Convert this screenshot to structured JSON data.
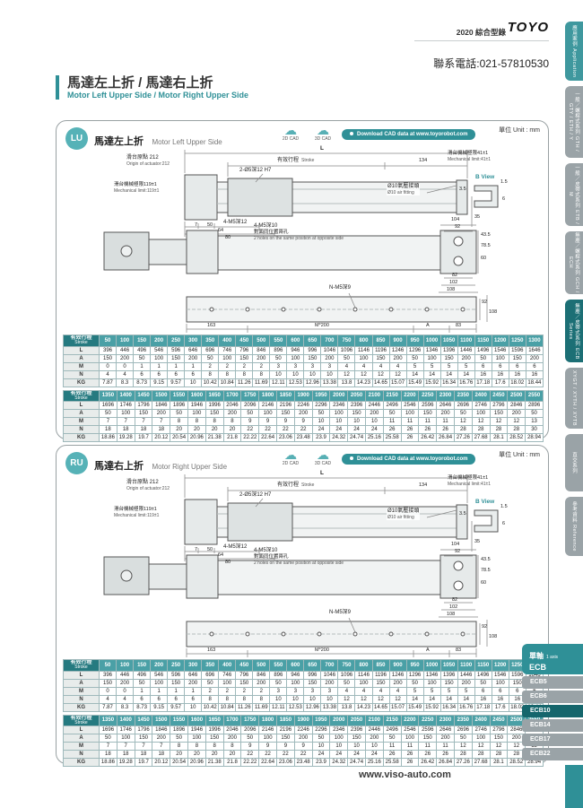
{
  "page": {
    "catalog": "2020 綜合型錄",
    "brand": "TOYO",
    "contact": "聯系電話:021-57810530",
    "title_zh": "馬達左上折 / 馬達右上折",
    "title_en": "Motor Left Upper Side / Motor Right Upper Side",
    "unit": "單位 Unit : mm",
    "footer_url": "www.viso-auto.com"
  },
  "sidebar": {
    "items": [
      {
        "label": "應用案例 Application",
        "active": false
      },
      {
        "label": "一般／螺桿式系列 GTH / GTY / ETH / Y",
        "active": false
      },
      {
        "label": "一般／皮帶式系列 ETB / M",
        "active": false
      },
      {
        "label": "無塵／螺桿式系列 GCH / ECH",
        "active": false
      },
      {
        "label": "無塵／皮帶式系列 ECB Series",
        "active": true
      },
      {
        "label": "XYGT / XYTH / XYTB",
        "active": false
      },
      {
        "label": "直交系列",
        "active": false
      },
      {
        "label": "參考資料 Reference",
        "active": false
      }
    ]
  },
  "panel_lu": {
    "badge": "LU",
    "title_zh": "馬達左上折",
    "title_en": "Motor Left Upper Side"
  },
  "panel_ru": {
    "badge": "RU",
    "title_zh": "馬達右上折",
    "title_en": "Motor Right Upper Side"
  },
  "cad": {
    "c2d": "2D CAD",
    "c3d": "3D CAD",
    "download": "Download CAD data at www.toyorobot.com"
  },
  "dims": {
    "L": "L",
    "origin_zh": "滑台原點 212",
    "origin_en": "Origin of actuator:212",
    "stroke_zh": "有效行程",
    "stroke_en": "Stroke",
    "d134": "134",
    "limit41_zh": "滑台機械極限41±1",
    "limit41_en": "Mechanical limit:41±1",
    "bview": "B View",
    "d3_5": "3.5",
    "d1_5": "1.5",
    "d6": "6",
    "hole2": "2-Ø5深12 H7",
    "limit119_zh": "滑台機械極限119±1",
    "limit119_en": "Mechanical limit:119±1",
    "air_zh": "Ø10氣壓接頭",
    "air_en": "Ø10 air fitting",
    "m512": "4-M5深12",
    "d64": "64",
    "d80": "80",
    "d35": "35",
    "d7": "7",
    "d50": "50",
    "m510": "4-M5深10",
    "m510_zh": "對面同位置兩孔",
    "m510_en": "2 holes on the same position at opposite side",
    "d104": "104",
    "d92": "92",
    "d43_5": "43.5",
    "d78_5": "78.5",
    "d60": "60",
    "d82": "82",
    "d102": "102",
    "d108": "108",
    "nm5": "N-M5深9",
    "d92b": "92",
    "d108b": "108",
    "d163": "163",
    "pitch": "M*200",
    "A": "A",
    "d83": "83"
  },
  "tables": {
    "stroke_zh": "有效行程",
    "stroke_en": "Stroke",
    "t1": {
      "header": [
        "50",
        "100",
        "150",
        "200",
        "250",
        "300",
        "350",
        "400",
        "450",
        "500",
        "550",
        "600",
        "650",
        "700",
        "750",
        "800",
        "850",
        "900",
        "950",
        "1000",
        "1050",
        "1100",
        "1150",
        "1200",
        "1250",
        "1300"
      ],
      "rows": [
        {
          "label": "L",
          "values": [
            "396",
            "446",
            "496",
            "546",
            "596",
            "646",
            "696",
            "746",
            "796",
            "846",
            "896",
            "946",
            "996",
            "1046",
            "1096",
            "1146",
            "1196",
            "1246",
            "1296",
            "1346",
            "1396",
            "1446",
            "1496",
            "1546",
            "1596",
            "1646"
          ]
        },
        {
          "label": "A",
          "values": [
            "150",
            "200",
            "50",
            "100",
            "150",
            "200",
            "50",
            "100",
            "150",
            "200",
            "50",
            "100",
            "150",
            "200",
            "50",
            "100",
            "150",
            "200",
            "50",
            "100",
            "150",
            "200",
            "50",
            "100",
            "150",
            "200"
          ]
        },
        {
          "label": "M",
          "values": [
            "0",
            "0",
            "1",
            "1",
            "1",
            "1",
            "2",
            "2",
            "2",
            "2",
            "3",
            "3",
            "3",
            "3",
            "4",
            "4",
            "4",
            "4",
            "5",
            "5",
            "5",
            "5",
            "6",
            "6",
            "6",
            "6"
          ]
        },
        {
          "label": "N",
          "values": [
            "4",
            "4",
            "6",
            "6",
            "6",
            "6",
            "8",
            "8",
            "8",
            "8",
            "10",
            "10",
            "10",
            "10",
            "12",
            "12",
            "12",
            "12",
            "14",
            "14",
            "14",
            "14",
            "16",
            "16",
            "16",
            "16"
          ]
        },
        {
          "label": "KG",
          "values": [
            "7.87",
            "8.3",
            "8.73",
            "9.15",
            "9.57",
            "10",
            "10.42",
            "10.84",
            "11.26",
            "11.69",
            "12.11",
            "12.53",
            "12.96",
            "13.38",
            "13.8",
            "14.23",
            "14.65",
            "15.07",
            "15.49",
            "15.92",
            "16.34",
            "16.76",
            "17.18",
            "17.6",
            "18.02",
            "18.44"
          ]
        }
      ]
    },
    "t2": {
      "header": [
        "1350",
        "1400",
        "1450",
        "1500",
        "1550",
        "1600",
        "1650",
        "1700",
        "1750",
        "1800",
        "1850",
        "1900",
        "1950",
        "2000",
        "2050",
        "2100",
        "2150",
        "2200",
        "2250",
        "2300",
        "2350",
        "2400",
        "2450",
        "2500",
        "2550"
      ],
      "rows": [
        {
          "label": "L",
          "values": [
            "1696",
            "1746",
            "1796",
            "1846",
            "1896",
            "1946",
            "1996",
            "2046",
            "2096",
            "2146",
            "2196",
            "2246",
            "2296",
            "2346",
            "2396",
            "2446",
            "2496",
            "2546",
            "2596",
            "2646",
            "2696",
            "2746",
            "2796",
            "2846",
            "2896"
          ]
        },
        {
          "label": "A",
          "values": [
            "50",
            "100",
            "150",
            "200",
            "50",
            "100",
            "150",
            "200",
            "50",
            "100",
            "150",
            "200",
            "50",
            "100",
            "150",
            "200",
            "50",
            "100",
            "150",
            "200",
            "50",
            "100",
            "150",
            "200",
            "50"
          ]
        },
        {
          "label": "M",
          "values": [
            "7",
            "7",
            "7",
            "7",
            "8",
            "8",
            "8",
            "8",
            "9",
            "9",
            "9",
            "9",
            "10",
            "10",
            "10",
            "10",
            "11",
            "11",
            "11",
            "11",
            "12",
            "12",
            "12",
            "12",
            "13"
          ]
        },
        {
          "label": "N",
          "values": [
            "18",
            "18",
            "18",
            "18",
            "20",
            "20",
            "20",
            "20",
            "22",
            "22",
            "22",
            "22",
            "24",
            "24",
            "24",
            "24",
            "26",
            "26",
            "26",
            "26",
            "28",
            "28",
            "28",
            "28",
            "30"
          ]
        },
        {
          "label": "KG",
          "values": [
            "18.86",
            "19.28",
            "19.7",
            "20.12",
            "20.54",
            "20.96",
            "21.38",
            "21.8",
            "22.22",
            "22.64",
            "23.06",
            "23.48",
            "23.9",
            "24.32",
            "24.74",
            "25.16",
            "25.58",
            "26",
            "26.42",
            "26.84",
            "27.26",
            "27.68",
            "28.1",
            "28.52",
            "28.94"
          ]
        }
      ]
    }
  },
  "model_nav": {
    "group_zh": "單軸",
    "group_en": "1 axis",
    "series": "ECB",
    "items": [
      {
        "label": "ECB5",
        "active": false
      },
      {
        "label": "ECB6",
        "active": false
      },
      {
        "label": "ECB10",
        "active": true
      },
      {
        "label": "ECB14",
        "active": false
      },
      {
        "label": "ECB17",
        "active": false
      },
      {
        "label": "ECB22",
        "active": false
      }
    ]
  },
  "colors": {
    "accent": "#2f9097",
    "accent_dark": "#1c6f75",
    "table_header": "#4aa0a6",
    "tab_gray": "#9aa3a7"
  }
}
